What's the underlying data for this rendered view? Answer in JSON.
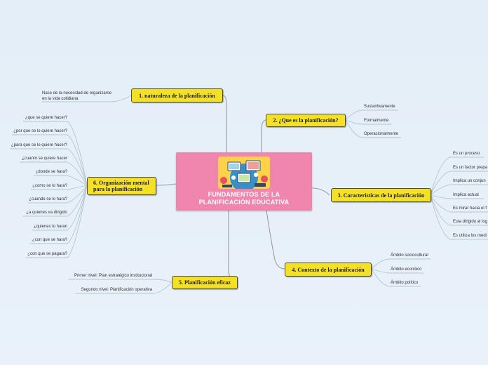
{
  "center": {
    "title_line1": "FUNDAMENTOS DE LA",
    "title_line2": "PLANIFICACIÓN EDUCATIVA",
    "illustration": "education-illustration"
  },
  "branches": {
    "b1": {
      "label": "1. naturaleza de la planificación",
      "leaves": [
        "Nace de la necesidad de organizarse",
        "en la vida cotidiana"
      ]
    },
    "b2": {
      "label": "2. ¿Que es la planificación?",
      "leaves": [
        "Sustantivamente",
        "Formalmente",
        "Operacionalmente"
      ]
    },
    "b3": {
      "label": "3. Características de la planificación",
      "leaves": [
        "Es un proceso",
        "Es un factor prepa",
        "Implica un conjun",
        "Implica actual",
        "Es mirar hacia el f",
        "Esta dirigido al log",
        "Es utiliza los medi"
      ]
    },
    "b4": {
      "label": "4. Contexto de la planificación",
      "leaves": [
        "Ámbito sociocultural",
        "Ámbito econóico",
        "Ámbito político"
      ]
    },
    "b5": {
      "label": "5. Planificación eficaz",
      "leaves": [
        "Primer nivel: Plan estratégico institucional",
        "Segundo nivel: Planificación operativa"
      ]
    },
    "b6": {
      "label_line1": "6. Organización mental",
      "label_line2": "para la planificación",
      "leaves": [
        "¿que se quiere hacer?",
        "¿por que se lo quiere hacer?",
        "¿para que se lo quiere hacer?",
        "¿cuanto se quiere hacer",
        "¿donde se hara?",
        "¿como se lo hara?",
        "¿cuando se lo hara?",
        "¿a quienes va dirigido",
        "¿quienes lo haran",
        "¿con que se hara?",
        "¿con que se pagara?"
      ]
    }
  },
  "colors": {
    "background": "#e6f0f9",
    "center": "#f085ae",
    "node": "#f4e024",
    "line": "#9a9a9a",
    "leaf_line": "#b8c2cc"
  }
}
